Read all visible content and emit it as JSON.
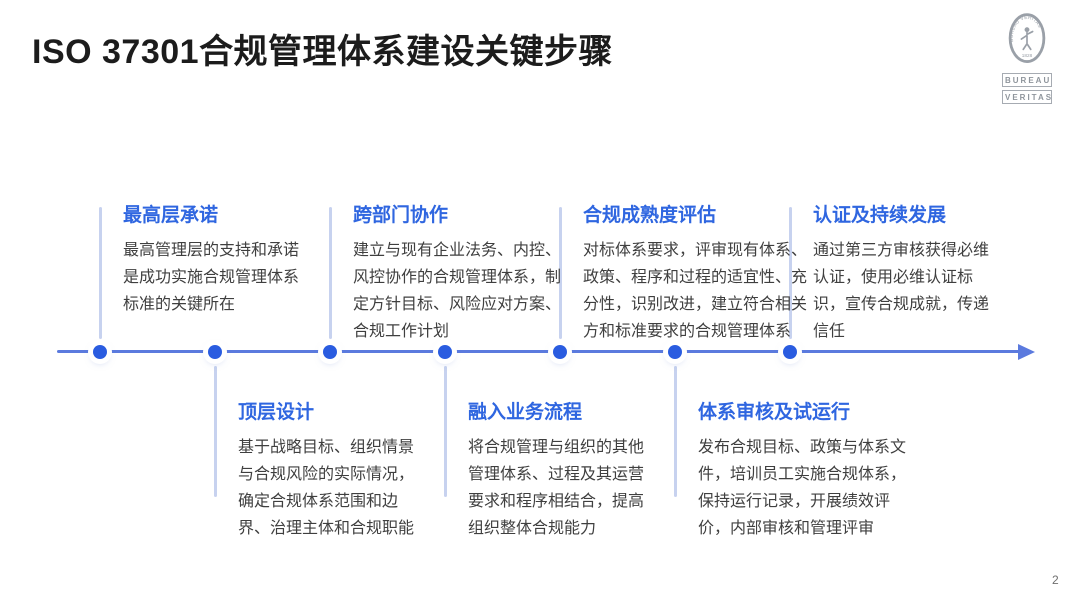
{
  "slide": {
    "title": "ISO 37301合规管理体系建设关键步骤",
    "page_number": "2"
  },
  "logo": {
    "emblem_text": "BUREAU VERITAS",
    "emblem_year": "1828",
    "line1": "BUREAU",
    "line2": "VERITAS"
  },
  "timeline": {
    "direction": "left-to-right",
    "steps_top": [
      {
        "title": "最高层承诺",
        "body": [
          "最高管理层的支持和承诺",
          "是成功实施合规管理体系",
          "标准的关键所在"
        ]
      },
      {
        "title": "跨部门协作",
        "body": [
          "建立与现有企业法务、内控、",
          "风控协作的合规管理体系，制",
          "定方针目标、风险应对方案、",
          "合规工作计划"
        ]
      },
      {
        "title": "合规成熟度评估",
        "body": [
          "对标体系要求，评审现有体系、",
          "政策、程序和过程的适宜性、充",
          "分性，识别改进，建立符合相关",
          "方和标准要求的合规管理体系"
        ]
      },
      {
        "title": "认证及持续发展",
        "body": [
          "通过第三方审核获得必维",
          "认证，使用必维认证标",
          "识，宣传合规成就，传递",
          "信任"
        ]
      }
    ],
    "steps_bottom": [
      {
        "title": "顶层设计",
        "body": [
          "基于战略目标、组织情景",
          "与合规风险的实际情况，",
          "确定合规体系范围和边",
          "界、治理主体和合规职能"
        ]
      },
      {
        "title": "融入业务流程",
        "body": [
          "将合规管理与组织的其他",
          "管理体系、过程及其运营",
          "要求和程序相结合，提高",
          "组织整体合规能力"
        ]
      },
      {
        "title": "体系审核及试运行",
        "body": [
          "发布合规目标、政策与体系文",
          "件，培训员工实施合规体系，",
          "保持运行记录，开展绩效评",
          "价，内部审核和管理评审"
        ]
      }
    ]
  },
  "colors": {
    "accent_blue": "#2f66e0",
    "dot_blue": "#2a5ce0",
    "line_blue": "#5b7ade",
    "connector_blue": "#c7d2ef",
    "body_text": "#3f3f3f"
  }
}
